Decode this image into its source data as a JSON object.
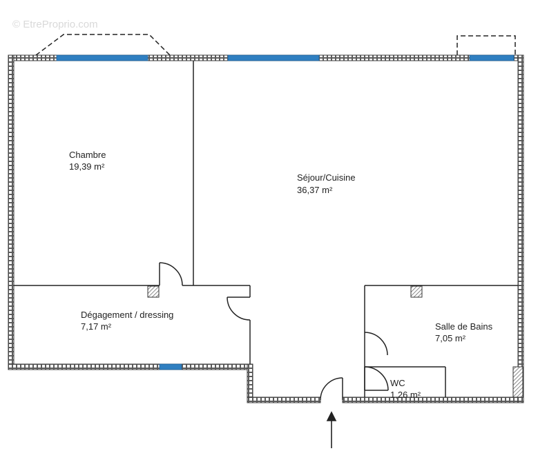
{
  "watermark": "© EtreProprio.com",
  "rooms": {
    "chambre": {
      "name": "Chambre",
      "area": "19,39  m²"
    },
    "sejour": {
      "name": "Séjour/Cuisine",
      "area": "36,37  m²"
    },
    "degagement": {
      "name": "Dégagement / dressing",
      "area": "7,17  m²"
    },
    "salle_de_bains": {
      "name": "Salle de Bains",
      "area": "7,05  m²"
    },
    "wc": {
      "name": "WC",
      "area": "1,26  m²"
    }
  },
  "colors": {
    "wall": "#3a3a3a",
    "wall_fill": "#ffffff",
    "window": "#2f7fc1",
    "line": "#222222",
    "hatch": "#555555"
  },
  "icons": {
    "entrance": "entrance-arrow-icon",
    "door": "door-swing-icon",
    "window": "window-icon",
    "duct": "hatched-duct-icon"
  }
}
